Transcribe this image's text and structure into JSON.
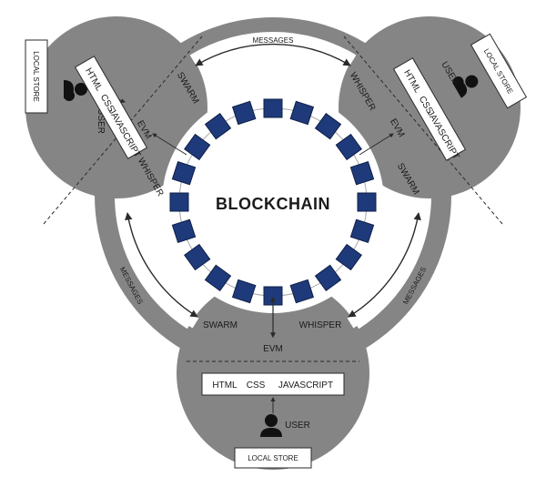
{
  "center_label": "BLOCKCHAIN",
  "messages_label": "MESSAGES",
  "nodes": {
    "top_left": {
      "local_store": "LOCAL STORE",
      "user": "USER",
      "tech": [
        "HTML",
        "CSS",
        "JAVASCRIPT"
      ],
      "swarm": "SWARM",
      "evm": "EVM",
      "whisper": "WHISPER"
    },
    "top_right": {
      "local_store": "LOCAL STORE",
      "user": "USER",
      "tech": [
        "HTML",
        "CSS",
        "JAVASCRIPT"
      ],
      "swarm": "SWARM",
      "evm": "EVM",
      "whisper": "WHISPER"
    },
    "bottom": {
      "local_store": "LOCAL STORE",
      "user": "USER",
      "tech": [
        "HTML",
        "CSS",
        "JAVASCRIPT"
      ],
      "swarm": "SWARM",
      "evm": "EVM",
      "whisper": "WHISPER"
    }
  },
  "colors": {
    "node_fill": "#858585",
    "block_fill": "#1f3a7a",
    "block_stroke": "#0e1f48",
    "arrow": "#2a2a2a"
  }
}
